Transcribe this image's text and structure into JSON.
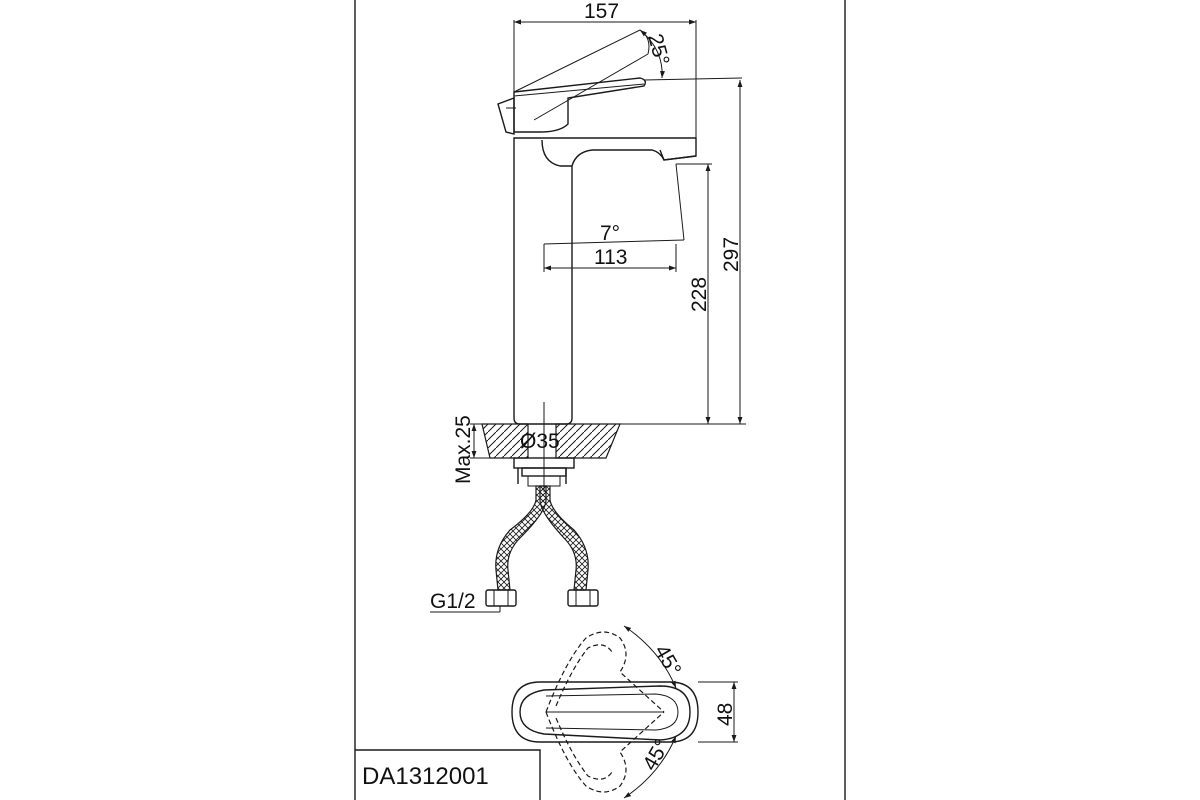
{
  "drawing": {
    "model_code": "DA1312001",
    "dimensions": {
      "total_reach": "157",
      "handle_angle": "25°",
      "total_height": "297",
      "spout_height": "228",
      "spout_reach": "113",
      "spout_angle": "7°",
      "max_deck_thickness": "Max.25",
      "mount_hole_diameter": "Ø35",
      "inlet_thread": "G1/2",
      "top_view_width": "48",
      "rotation_angle_upper": "45°",
      "rotation_angle_lower": "45°"
    }
  }
}
